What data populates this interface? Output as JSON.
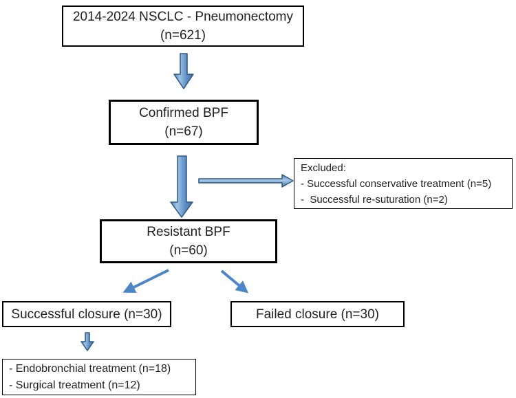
{
  "diagram": {
    "type": "flowchart",
    "background": "#ffffff",
    "colors": {
      "box_border": "#000000",
      "text": "#1f1f1f",
      "block_arrow_fill": "#4f81bd",
      "block_arrow_highlight": "#9dc3e6",
      "block_arrow_outline": "#2e5984",
      "line_arrow": "#4a86c8"
    },
    "boxes": {
      "cohort": {
        "lines": [
          "2014-2024 NSCLC - Pneumonectomy",
          "(n=621)"
        ]
      },
      "confirmed": {
        "lines": [
          "Confirmed BPF",
          "(n=67)"
        ]
      },
      "excluded": {
        "lines": [
          "Excluded:",
          "- Successful conservative treatment (n=5)",
          "-  Successful re-suturation (n=2)"
        ]
      },
      "resistant": {
        "lines": [
          "Resistant BPF",
          "(n=60)"
        ]
      },
      "successful_closure": {
        "label": "Successful closure (n=30)"
      },
      "failed_closure": {
        "label": "Failed closure (n=30)"
      },
      "treatment": {
        "lines": [
          "- Endobronchial treatment (n=18)",
          "- Surgical treatment (n=12)"
        ]
      }
    }
  }
}
